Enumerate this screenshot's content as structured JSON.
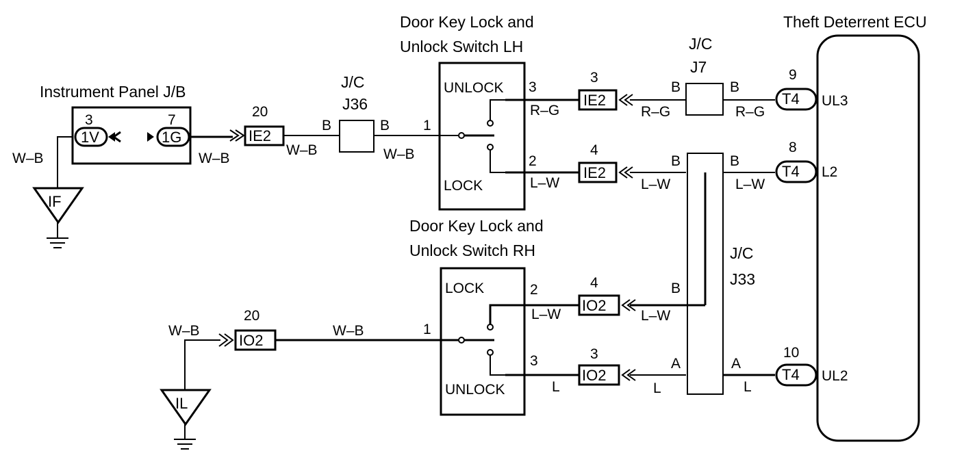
{
  "titles": {
    "ip_jb": "Instrument Panel J/B",
    "lh_line1": "Door Key Lock and",
    "lh_line2": "Unlock Switch LH",
    "rh_line1": "Door Key Lock and",
    "rh_line2": "Unlock Switch RH",
    "ecu": "Theft Deterrent ECU",
    "jc": "J/C",
    "j36": "J36",
    "j7": "J7",
    "j33": "J33"
  },
  "connectors": {
    "c1v": "1V",
    "c1g": "1G",
    "ie2": "IE2",
    "io2": "IO2",
    "t4": "T4"
  },
  "pins": {
    "p3": "3",
    "p7": "7",
    "p20": "20",
    "p1": "1",
    "p2": "2",
    "p4": "4",
    "p9": "9",
    "p8": "8",
    "p10": "10"
  },
  "switch_labels": {
    "unlock": "UNLOCK",
    "lock": "LOCK"
  },
  "ecu_terminals": {
    "ul3": "UL3",
    "l2": "L2",
    "ul2": "UL2"
  },
  "wire_colors": {
    "wb": "W–B",
    "rg": "R–G",
    "lw": "L–W",
    "l": "L",
    "b": "B",
    "a": "A"
  },
  "grounds": {
    "if": "IF",
    "il": "IL"
  }
}
